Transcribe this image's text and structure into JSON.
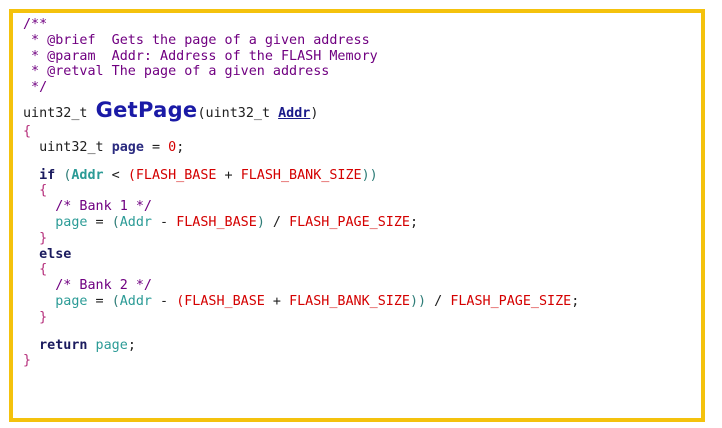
{
  "code": {
    "comment_open": "/**",
    "brief": " * @brief  Gets the page of a given address",
    "param": " * @param  Addr: Address of the FLASH Memory",
    "retval": " * @retval The page of a given address",
    "comment_close": " */",
    "sig_type": "uint32_t ",
    "func_name": "GetPage",
    "sig_open": "(uint32_t ",
    "sig_param": "Addr",
    "sig_close": ")",
    "brace_open": "{",
    "decl_type": "  uint32_t ",
    "decl_var": "page",
    "decl_eq": " = ",
    "decl_num": "0",
    "decl_semi": ";",
    "if_kw": "  if",
    "if_sp": " ",
    "if_paren_open": "(",
    "if_addr": "Addr",
    "if_lt": " < ",
    "if_paren_open2": "(",
    "if_base": "FLASH_BASE",
    "if_plus": " + ",
    "if_bank": "FLASH_BANK_SIZE",
    "if_paren_close": "))",
    "if_brace_open": "  {",
    "c1_comment": "    /* Bank 1 */",
    "s1_page": "    page",
    "s1_eq": " = ",
    "s1_paren": "(",
    "s1_addr": "Addr",
    "s1_minus": " - ",
    "s1_base": "FLASH_BASE",
    "s1_close": ")",
    "s1_div": " / ",
    "s1_pagesize": "FLASH_PAGE_SIZE",
    "s1_semi": ";",
    "if_brace_close": "  }",
    "else_kw": "  else",
    "else_brace_open": "  {",
    "c2_comment": "    /* Bank 2 */",
    "s2_page": "    page",
    "s2_eq": " = ",
    "s2_paren": "(",
    "s2_addr": "Addr",
    "s2_minus": " - ",
    "s2_paren2": "(",
    "s2_base": "FLASH_BASE",
    "s2_plus": " + ",
    "s2_bank": "FLASH_BANK_SIZE",
    "s2_close": "))",
    "s2_div": " / ",
    "s2_pagesize": "FLASH_PAGE_SIZE",
    "s2_semi": ";",
    "else_brace_close": "  }",
    "ret_kw": "  return",
    "ret_var": " page",
    "ret_semi": ";",
    "brace_close": "}"
  },
  "colors": {
    "frame_border": "#f4c20d",
    "comment": "#700081",
    "macro": "#d40000",
    "function_name": "#1a1aa6",
    "variable": "#2b9b96"
  }
}
